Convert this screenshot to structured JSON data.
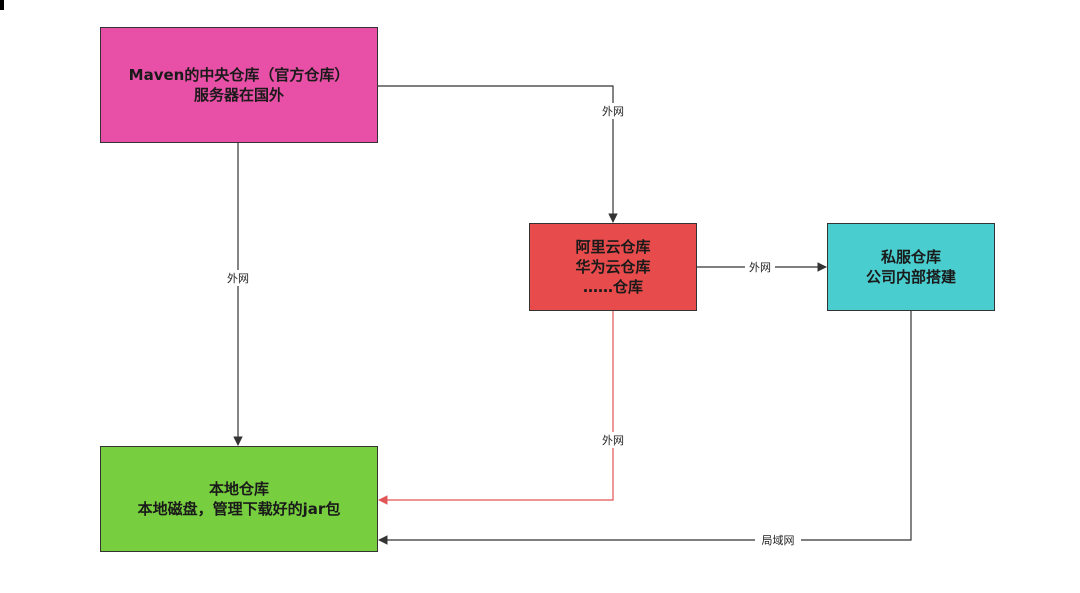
{
  "nodes": {
    "central": {
      "line1": "Maven的中央仓库（官方仓库）",
      "line2": "服务器在国外",
      "color": "#e84fa6"
    },
    "mirror": {
      "line1": "阿里云仓库",
      "line2": "华为云仓库",
      "line3": "……仓库",
      "color": "#e84b4b"
    },
    "private": {
      "line1": "私服仓库",
      "line2": "公司内部搭建",
      "color": "#4acdcf"
    },
    "local": {
      "line1": "本地仓库",
      "line2": "本地磁盘，管理下载好的jar包",
      "color": "#77cf3f"
    }
  },
  "edges": {
    "central_to_mirror": {
      "label": "外网",
      "color": "#333333"
    },
    "central_to_local": {
      "label": "外网",
      "color": "#333333"
    },
    "mirror_to_private": {
      "label": "外网",
      "color": "#333333"
    },
    "mirror_to_local": {
      "label": "外网",
      "color": "#e05555"
    },
    "private_to_local": {
      "label": "局域网",
      "color": "#333333"
    }
  }
}
